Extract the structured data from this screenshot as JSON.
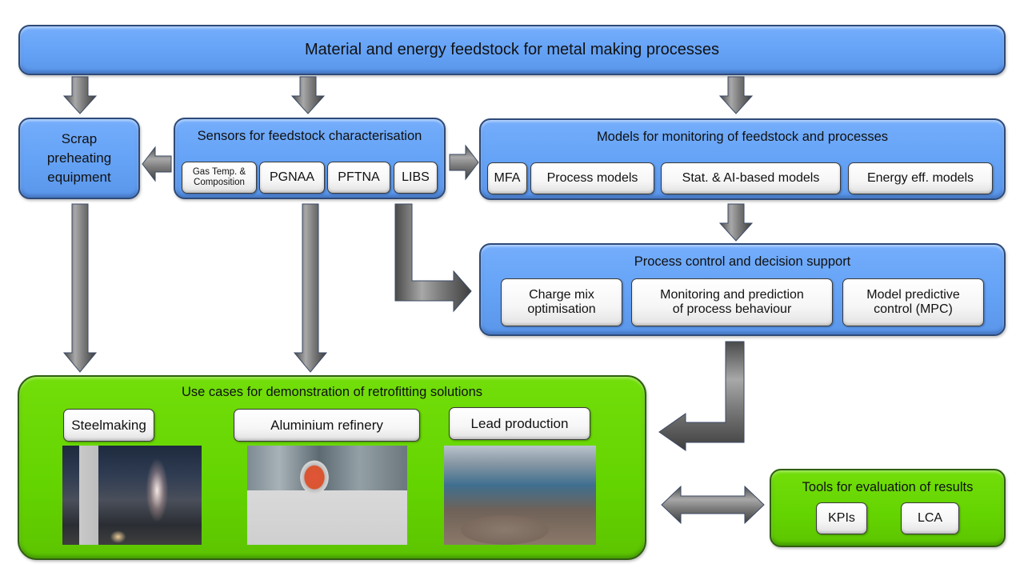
{
  "feedstock": {
    "title": "Material and energy feedstock for metal making processes"
  },
  "scrap": {
    "title_lines": [
      "Scrap",
      "preheating",
      "equipment"
    ]
  },
  "sensors": {
    "title": "Sensors for feedstock characterisation",
    "items": [
      {
        "label_lines": [
          "Gas Temp. &",
          "Composition"
        ]
      },
      {
        "label": "PGNAA"
      },
      {
        "label": "PFTNA"
      },
      {
        "label": "LIBS"
      }
    ]
  },
  "models": {
    "title": "Models for monitoring of feedstock and processes",
    "items": [
      {
        "label": "MFA"
      },
      {
        "label": "Process models"
      },
      {
        "label": "Stat. & AI-based models"
      },
      {
        "label": "Energy eff. models"
      }
    ]
  },
  "control": {
    "title": "Process control and decision support",
    "items": [
      {
        "label_lines": [
          "Charge mix",
          "optimisation"
        ]
      },
      {
        "label_lines": [
          "Monitoring and prediction",
          "of process behaviour"
        ]
      },
      {
        "label_lines": [
          "Model predictive",
          "control (MPC)"
        ]
      }
    ]
  },
  "use_cases": {
    "title": "Use cases for demonstration of retrofitting solutions",
    "items": [
      {
        "label": "Steelmaking",
        "photo": "steelmaking-plant-photo"
      },
      {
        "label": "Aluminium refinery",
        "photo": "aluminium-refinery-photo"
      },
      {
        "label": "Lead production",
        "photo": "lead-production-photo"
      }
    ]
  },
  "tools": {
    "title": "Tools for evaluation of results",
    "items": [
      {
        "label": "KPIs"
      },
      {
        "label": "LCA"
      }
    ]
  },
  "colors": {
    "blue_box": "#64a2f6",
    "green_box": "#64d400",
    "arrow": "#6e6e6e"
  }
}
